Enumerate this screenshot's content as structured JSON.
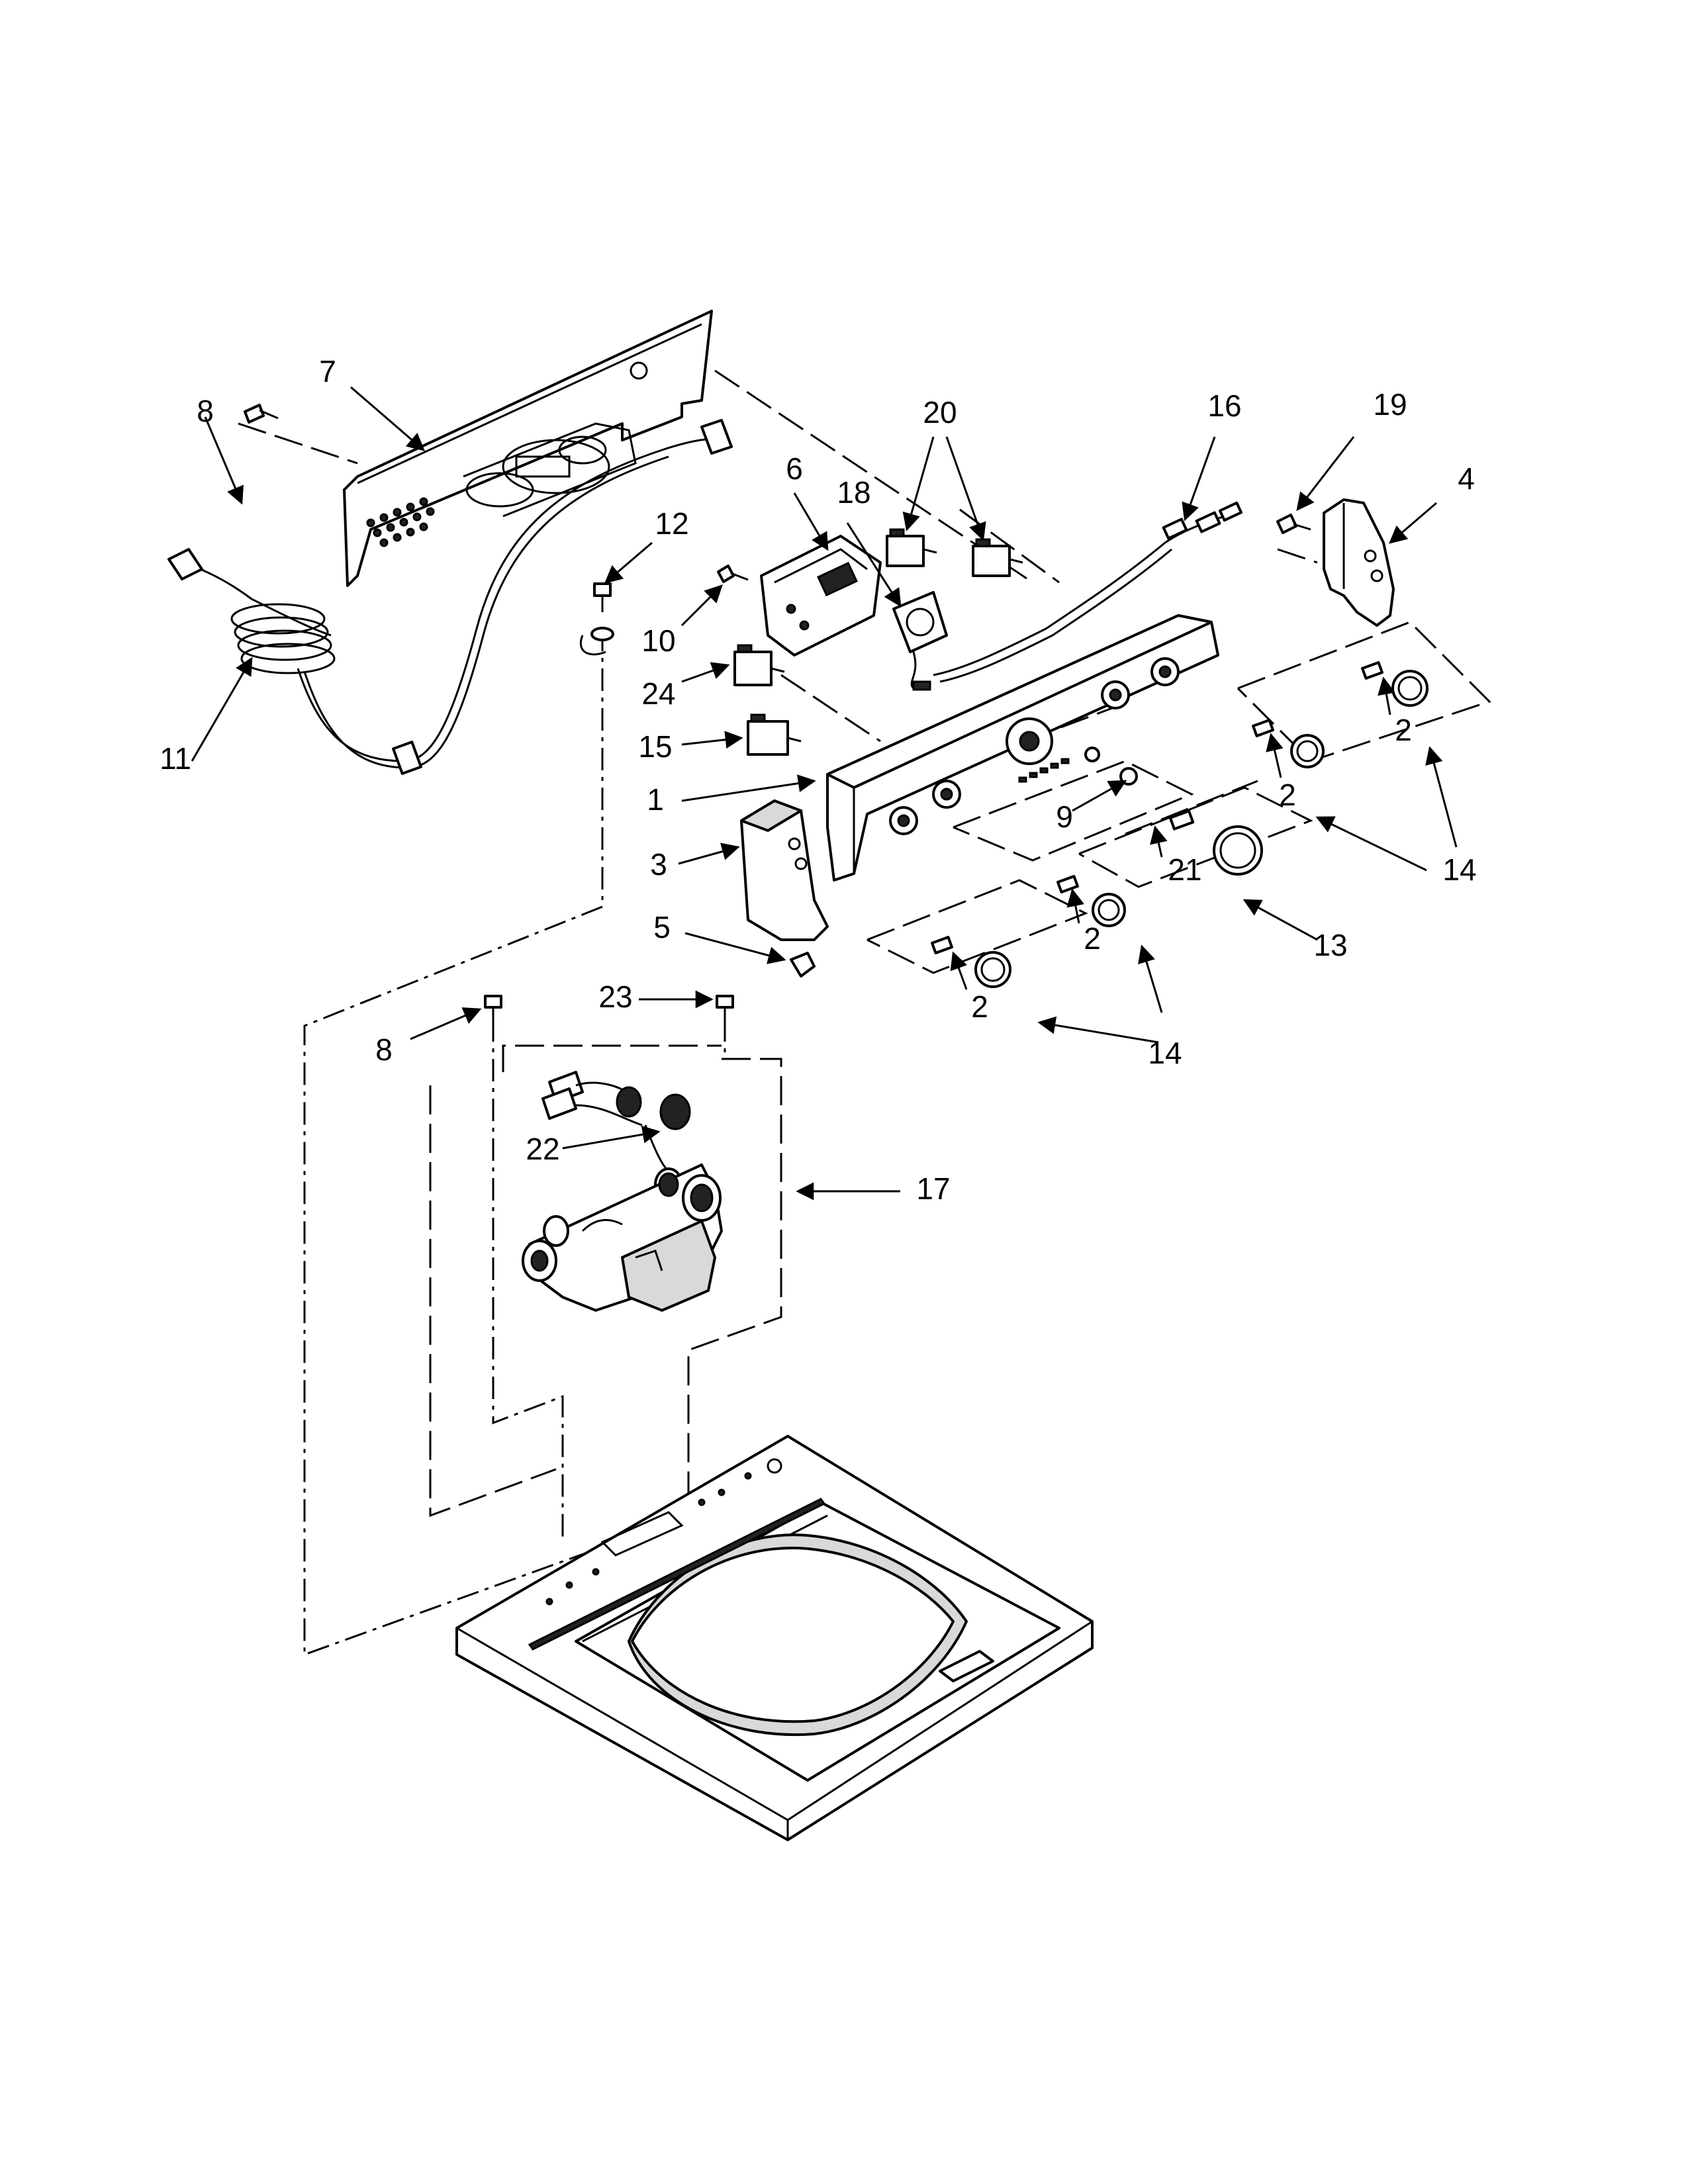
{
  "callouts": {
    "c1": "1",
    "c2a": "2",
    "c2b": "2",
    "c2c": "2",
    "c2d": "2",
    "c3": "3",
    "c4": "4",
    "c5": "5",
    "c6": "6",
    "c7": "7",
    "c8a": "8",
    "c8b": "8",
    "c9": "9",
    "c10": "10",
    "c11": "11",
    "c12": "12",
    "c13": "13",
    "c14a": "14",
    "c14b": "14",
    "c15": "15",
    "c16": "16",
    "c17": "17",
    "c18": "18",
    "c19": "19",
    "c20": "20",
    "c21": "21",
    "c22": "22",
    "c23": "23",
    "c24": "24"
  }
}
